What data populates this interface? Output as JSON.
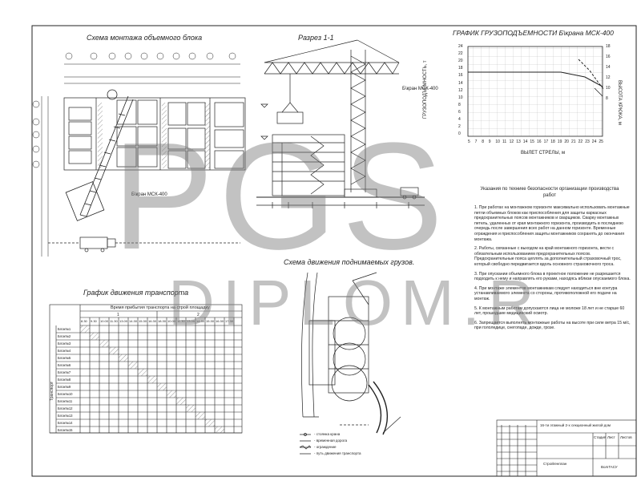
{
  "titles": {
    "scheme_block": "Схема монтажа объемного блока",
    "section": "Разрез 1-1",
    "capacity_graph": "ГРАФИК ГРУЗОПОДЪЕМНОСТИ  Б\\крана МСК-400",
    "transport_graph": "График движения транспорта",
    "movement_scheme": "Схема движения поднимаемых грузов."
  },
  "crane_labels": {
    "plan_crane": "Б\\кран МСК-400",
    "section_crane": "Б\\кран МСК-400"
  },
  "capacity_graph": {
    "y_label": "ГРУЗОПОДЪЕМНОСТЬ, т",
    "x_label": "ВЫЛЕТ СТРЕЛЫ, м",
    "right_label": "ВЫСОТА КРЮКА, м",
    "y_ticks": [
      "24",
      "22",
      "20",
      "18",
      "16",
      "14",
      "12",
      "10",
      "8",
      "6",
      "4",
      "2",
      "0"
    ],
    "right_ticks": [
      "18",
      "16",
      "14",
      "12",
      "10",
      "8"
    ],
    "x_ticks": [
      "5",
      "7",
      "8",
      "9",
      "10",
      "11",
      "12",
      "13",
      "14",
      "15",
      "16",
      "17",
      "18",
      "19",
      "20",
      "21",
      "22",
      "23",
      "24",
      "25"
    ]
  },
  "transport_graph": {
    "header": "Время прибытия транспорта на строй площадку",
    "group_labels": [
      "1",
      "2"
    ],
    "side_label": "Транспорт",
    "time_slots": [
      "8.30",
      "9.30",
      "10.00",
      "11.30",
      "13.00",
      "14.30",
      "15.30",
      "16.30",
      "18.30",
      "10.00",
      "11.30",
      "13.00",
      "14.30",
      "15.30",
      "16.30",
      "17.30"
    ],
    "rows": [
      "Блок№1",
      "Блок№2",
      "Блок№3",
      "Блок№4",
      "Блок№5",
      "Блок№6",
      "Блок№7",
      "Блок№8",
      "Блок№9",
      "Блок№10",
      "Блок№11",
      "Блок№12",
      "Блок№13",
      "Блок№14",
      "Блок№15"
    ]
  },
  "notes": {
    "heading": "Указания по технике безопасности организации производства работ",
    "items": [
      "1. При работах на монтажном горизонте максимально использовать монтажные петли объемных блоков как приспособления для защиты каркасных предохранительных поясов монтажников и сварщиков. Сварку монтажных петель, удаленных от края монтажного горизонта, производить в последнюю очередь после завершения всех работ на данном горизонте. Временные ограждения и приспособления защиты монтажников сохранять до окончания монтажа.",
      "2. Работы, связанные с выходом на край монтажного горизонта, вести с обязательным использованием предохранительных поясов. Предохранительные пояса цеплять за дополнительный страховочный трос, который свободно передвигается вдоль основного страховочного троса.",
      "3. При опускании объемного блока в проектное положение не разрешается подходить к нему и направлять его руками, находясь вблизи опускаемого блока.",
      "4. При монтаже элементов монтажникам следует находиться вне контура устанавливаемого элемента со стороны, противоположной его подаче на монтаж.",
      "5. К монтажным работам допускаются лица не моложе 18 лет и не старше 60 лет, прошедшие медицинский осмотр.",
      "6. Запрещается выполнять монтажные работы на высоте при силе ветра 15 м/с, при гололедице, снегопаде, дожде, грозе."
    ]
  },
  "legend": [
    "- стоянка крана",
    "- временная дорога",
    "- ограждение",
    "- путь движения транспорта"
  ],
  "stamp": {
    "project": "16-ти этажный 2-х секционный жилой дом",
    "sheet_desc": "Стройгенплан",
    "stage": "Стадия",
    "sheet": "Лист",
    "sheets": "Листов",
    "org": "ВолгГАСУ"
  },
  "watermark": {
    "big": "PGS",
    "small": "DIPLOM.R"
  },
  "colors": {
    "line": "#222222",
    "hatch": "#555555",
    "watermark": "#8a8a8a"
  }
}
